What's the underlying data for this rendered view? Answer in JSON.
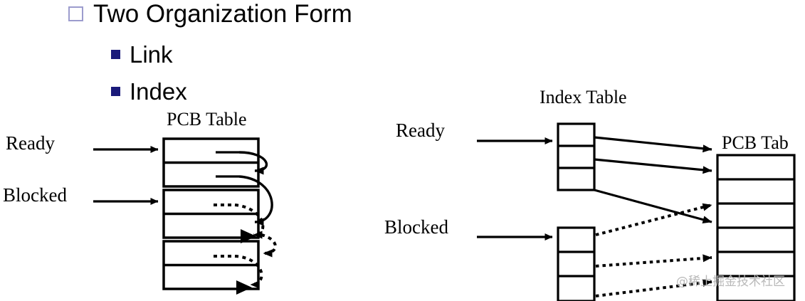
{
  "slide": {
    "bullets": [
      {
        "level": 1,
        "marker": "hollow-square",
        "marker_color": "#9c9ccd",
        "text": "Two Organization Form"
      },
      {
        "level": 2,
        "marker": "filled-square",
        "marker_color": "#1a1a7a",
        "text": "Link"
      },
      {
        "level": 2,
        "marker": "filled-square",
        "marker_color": "#1a1a7a",
        "text": "Index"
      }
    ]
  },
  "left_diagram": {
    "name": "link-organization",
    "title": "PCB Table",
    "queue_labels": [
      {
        "id": "ready",
        "text": "Ready"
      },
      {
        "id": "blocked",
        "text": "Blocked"
      }
    ],
    "pcb_table": {
      "groups": 3,
      "rows_per_group": 2,
      "total_rows": 6
    },
    "link_arrows": {
      "solid_count": 2,
      "dotted_count": 3,
      "description": "curved chain pointers linking PCB entries"
    }
  },
  "right_diagram": {
    "name": "index-organization",
    "index_title": "Index Table",
    "pcb_title": "PCB Tab",
    "queue_labels": [
      {
        "id": "ready",
        "text": "Ready"
      },
      {
        "id": "blocked",
        "text": "Blocked"
      }
    ],
    "index_tables": [
      {
        "id": "ready-index",
        "rows": 3
      },
      {
        "id": "blocked-index",
        "rows": 3
      }
    ],
    "pcb_table": {
      "rows": 6
    },
    "pointer_arrows": {
      "solid_count": 3,
      "dotted_count": 3
    }
  },
  "watermark": {
    "text": "@稀土掘金技术社区"
  },
  "colors": {
    "background": "#ffffff",
    "ink": "#000000",
    "bullet_level1": "#9c9ccd",
    "bullet_level2": "#1a1a7a",
    "watermark": "#b9b9b9"
  }
}
